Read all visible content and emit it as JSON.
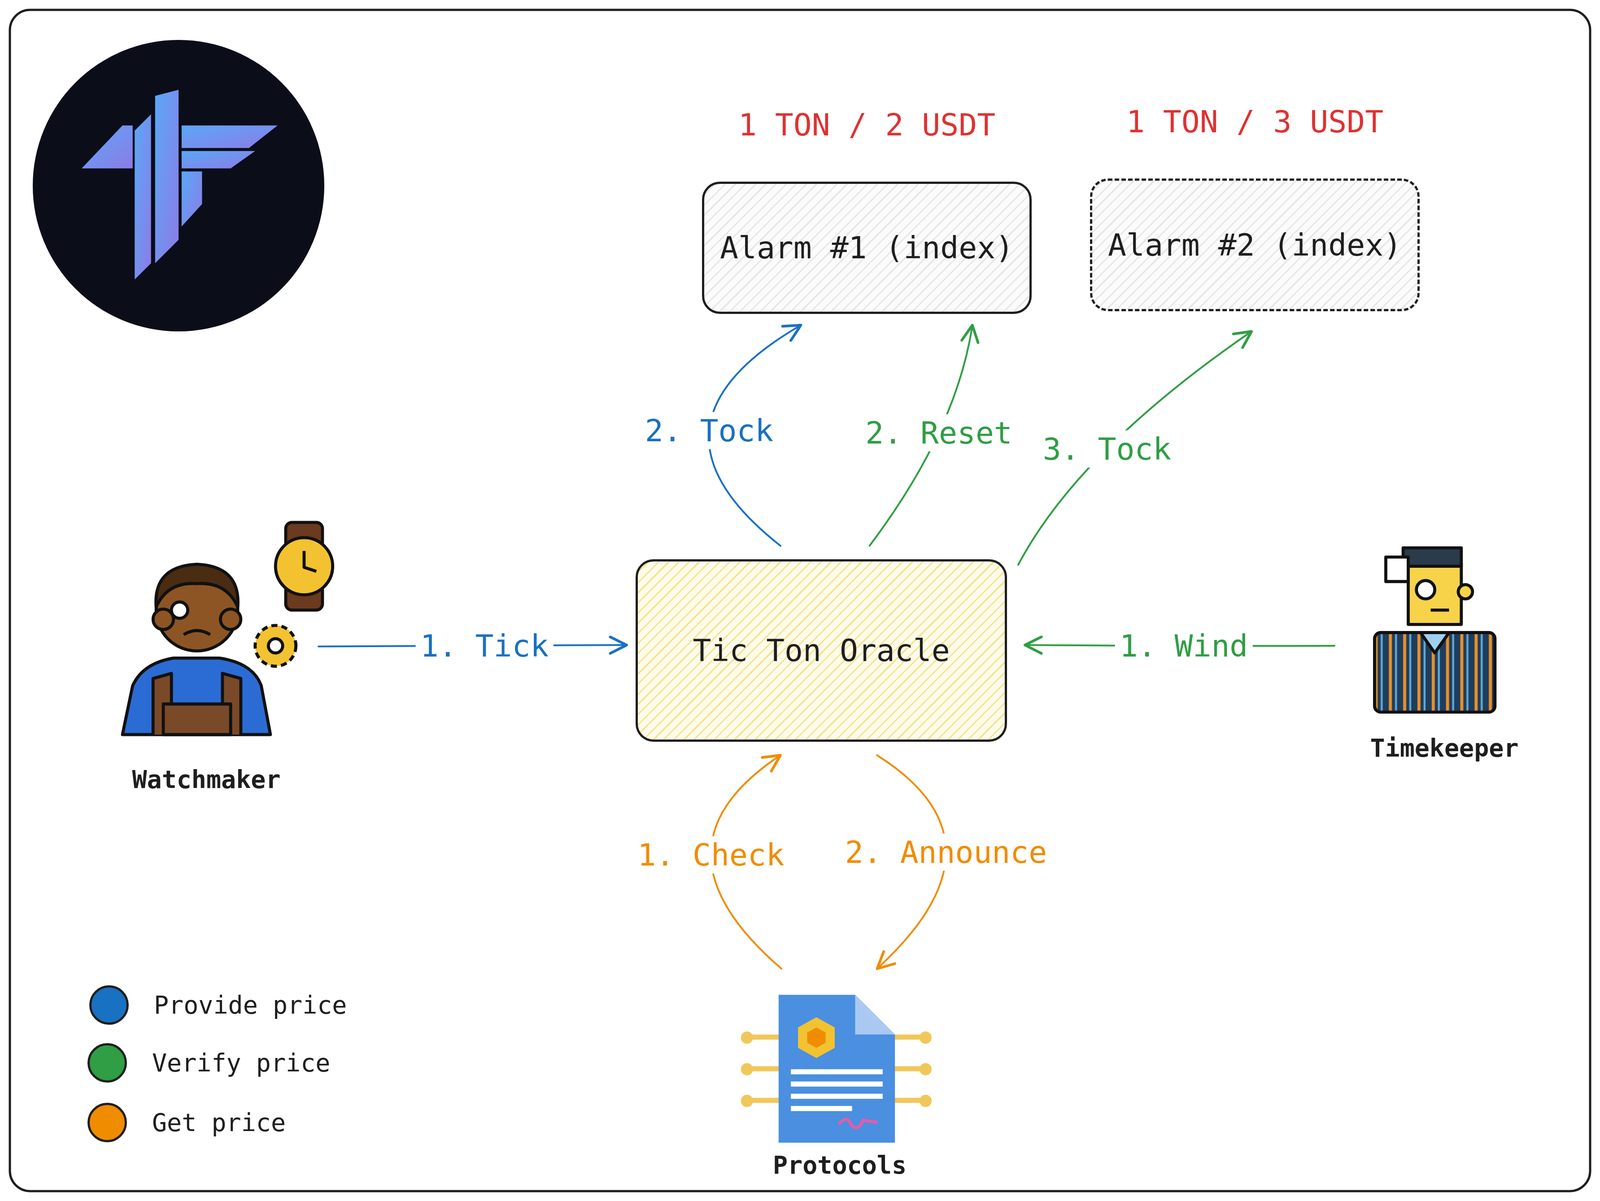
{
  "diagram": {
    "nodes": [
      {
        "text": [
          "1 TON / 2 USDT",
          "Alarm #1 (index)"
        ]
      },
      {
        "text": [
          "1 TON / 3 USDT",
          "Alarm #2 (index)"
        ]
      },
      {
        "text": [
          "Watchmaker"
        ]
      },
      {
        "text": [
          "Tic Ton Oracle"
        ]
      },
      {
        "text": [
          "Timekeeper"
        ]
      },
      {
        "text": [
          "Protocols"
        ]
      }
    ],
    "edges": [
      {
        "from": 2,
        "to": 3,
        "label": "1. Tick",
        "arrow": "to"
      },
      {
        "from": 3,
        "to": 0,
        "label": "2. Tock",
        "arrow": "to"
      },
      {
        "from": 3,
        "to": 0,
        "label": "2. Reset",
        "arrow": "to"
      },
      {
        "from": 3,
        "to": 1,
        "label": "3. Tock",
        "arrow": "to"
      },
      {
        "from": 4,
        "to": 3,
        "label": "1. Wind",
        "arrow": "to"
      },
      {
        "from": 5,
        "to": 3,
        "label": "1. Check",
        "arrow": "to"
      },
      {
        "from": 3,
        "to": 5,
        "label": "2. Announce",
        "arrow": "to"
      }
    ],
    "legend": [
      {
        "text": "Provide price",
        "color": "#1971c2"
      },
      {
        "text": "Verify price",
        "color": "#2f9e44"
      },
      {
        "text": "Get price",
        "color": "#f08c00"
      }
    ]
  }
}
